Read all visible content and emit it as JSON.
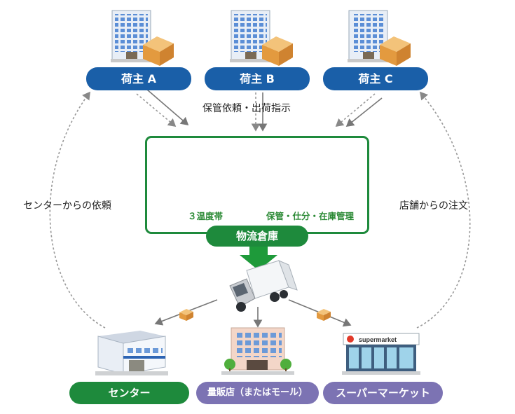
{
  "shippers": [
    {
      "label": "荷主 A"
    },
    {
      "label": "荷主 B"
    },
    {
      "label": "荷主 C"
    }
  ],
  "captions": {
    "instruction": "保管依頼・出荷指示",
    "center_request": "センターからの依頼",
    "store_order": "店舗からの注文"
  },
  "warehouse": {
    "label": "物流倉庫",
    "temp_zones": "３温度帯",
    "services": "保管・仕分・在庫管理"
  },
  "destinations": [
    {
      "label": "センター"
    },
    {
      "label": "量販店（またはモール）"
    },
    {
      "label": "スーパーマーケット"
    }
  ],
  "supermarket_sign": "supermarket",
  "colors": {
    "shipper_blue": "#1a5fa8",
    "warehouse_green": "#1e8a3c",
    "dest_purple": "#7c73b3"
  }
}
